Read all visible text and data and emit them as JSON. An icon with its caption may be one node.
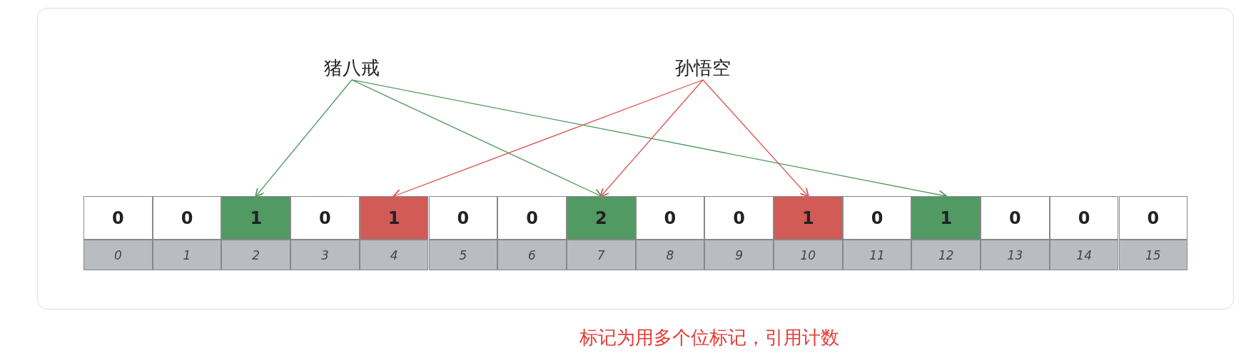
{
  "diagram": {
    "caption": "标记为用多个位标记，引用计数",
    "nodes": [
      {
        "text": [
          "猪八戒"
        ]
      },
      {
        "text": [
          "孙悟空"
        ]
      },
      {
        "text": [
          "0"
        ]
      },
      {
        "text": [
          "0"
        ]
      },
      {
        "text": [
          "1"
        ]
      },
      {
        "text": [
          "0"
        ]
      },
      {
        "text": [
          "1"
        ]
      },
      {
        "text": [
          "0"
        ]
      },
      {
        "text": [
          "0"
        ]
      },
      {
        "text": [
          "2"
        ]
      },
      {
        "text": [
          "0"
        ]
      },
      {
        "text": [
          "0"
        ]
      },
      {
        "text": [
          "1"
        ]
      },
      {
        "text": [
          "0"
        ]
      },
      {
        "text": [
          "1"
        ]
      },
      {
        "text": [
          "0"
        ]
      },
      {
        "text": [
          "0"
        ]
      },
      {
        "text": [
          "0"
        ]
      },
      {
        "text": [
          "0"
        ]
      },
      {
        "text": [
          "1"
        ]
      },
      {
        "text": [
          "2"
        ]
      },
      {
        "text": [
          "3"
        ]
      },
      {
        "text": [
          "4"
        ]
      },
      {
        "text": [
          "5"
        ]
      },
      {
        "text": [
          "6"
        ]
      },
      {
        "text": [
          "7"
        ]
      },
      {
        "text": [
          "8"
        ]
      },
      {
        "text": [
          "9"
        ]
      },
      {
        "text": [
          "10"
        ]
      },
      {
        "text": [
          "11"
        ]
      },
      {
        "text": [
          "12"
        ]
      },
      {
        "text": [
          "13"
        ]
      },
      {
        "text": [
          "14"
        ]
      },
      {
        "text": [
          "15"
        ]
      }
    ],
    "edges": [
      {
        "from": 0,
        "to": 4,
        "arrow": "to",
        "color": "#4e9a5f"
      },
      {
        "from": 0,
        "to": 9,
        "arrow": "to",
        "color": "#4e9a5f"
      },
      {
        "from": 0,
        "to": 14,
        "arrow": "to",
        "color": "#4e9a5f"
      },
      {
        "from": 1,
        "to": 6,
        "arrow": "to",
        "color": "#d9534f"
      },
      {
        "from": 1,
        "to": 9,
        "arrow": "to",
        "color": "#d9534f"
      },
      {
        "from": 1,
        "to": 12,
        "arrow": "to",
        "color": "#d9534f"
      }
    ]
  }
}
